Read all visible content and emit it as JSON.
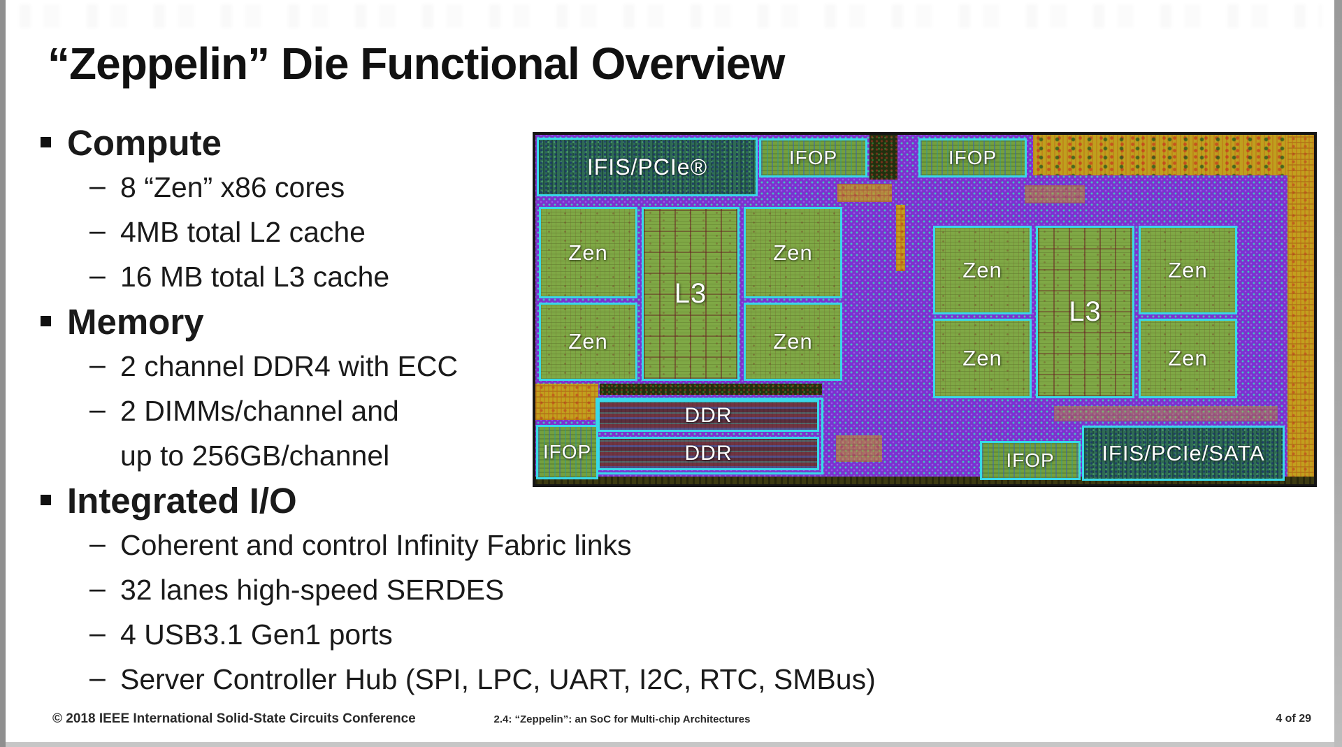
{
  "slide": {
    "title": "“Zeppelin” Die Functional Overview",
    "bullets": [
      {
        "level": 1,
        "text": "Compute"
      },
      {
        "level": 2,
        "text": "8 “Zen” x86 cores"
      },
      {
        "level": 2,
        "text": "4MB total L2 cache"
      },
      {
        "level": 2,
        "text": "16 MB total L3 cache"
      },
      {
        "level": 1,
        "text": "Memory"
      },
      {
        "level": 2,
        "text": "2 channel DDR4 with ECC"
      },
      {
        "level": 2,
        "text": "2 DIMMs/channel and"
      },
      {
        "level": 2,
        "text": "up to 256GB/channel",
        "continuation": true
      },
      {
        "level": 1,
        "text": "Integrated I/O"
      },
      {
        "level": 2,
        "text": "Coherent and control Infinity Fabric links"
      },
      {
        "level": 2,
        "text": "32 lanes high-speed SERDES"
      },
      {
        "level": 2,
        "text": "4 USB3.1 Gen1 ports"
      },
      {
        "level": 2,
        "text": "Server Controller Hub (SPI, LPC, UART, I2C, RTC, SMBus)"
      }
    ],
    "footer": {
      "left": "© 2018 IEEE International Solid-State Circuits Conference",
      "center": "2.4: “Zeppelin”: an SoC for Multi-chip Architectures",
      "right": "4 of 29"
    }
  },
  "die_photo": {
    "labels": {
      "ifis_pcie": "IFIS/PCIe®",
      "ifop": "IFOP",
      "zen": "Zen",
      "l3": "L3",
      "ddr": "DDR",
      "ifis_pcie_sata": "IFIS/PCIe/SATA"
    },
    "label_counts": {
      "zen": 8,
      "l3": 2,
      "ddr": 2,
      "ifop": 4,
      "ifis_pcie": 1,
      "ifis_pcie_sata": 1
    },
    "colors": {
      "block_outline_cyan": "#38d9e8",
      "die_background_purple": "#7b30d2",
      "core_block_green": "#7fa845",
      "ddr_block_maroon": "#5e3040",
      "serdes_block_teal": "#2f6b55",
      "analog_region_yellow": "#c2a01e",
      "die_frame_black": "#151515",
      "slide_background": "#ffffff"
    }
  }
}
